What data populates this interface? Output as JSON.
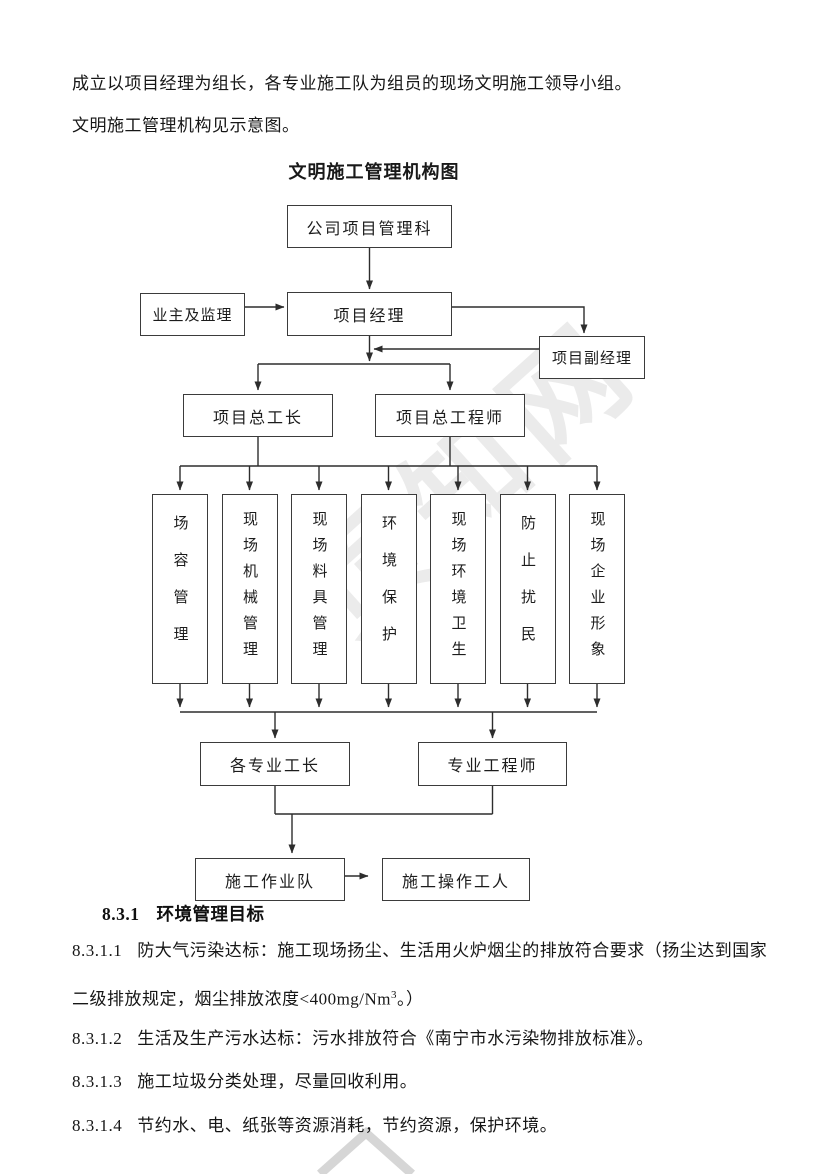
{
  "intro": {
    "line1": "成立以项目经理为组长，各专业施工队为组员的现场文明施工领导小组。",
    "line2": "文明施工管理机构见示意图。"
  },
  "chart": {
    "title": "文明施工管理机构图",
    "nodes": {
      "company": "公司项目管理科",
      "owner_supervisor": "业主及监理",
      "project_manager": "项目经理",
      "deputy_manager": "项目副经理",
      "chief_foreman": "项目总工长",
      "chief_engineer": "项目总工程师",
      "specialty_foremen": "各专业工长",
      "specialty_engineer": "专业工程师",
      "construction_team": "施工作业队",
      "construction_workers": "施工操作工人"
    },
    "departments": [
      {
        "label": "场容管理"
      },
      {
        "label": "现场机械管理"
      },
      {
        "label": "现场料具管理"
      },
      {
        "label": "环境保护"
      },
      {
        "label": "现场环境卫生"
      },
      {
        "label": "防止扰民"
      },
      {
        "label": "现场企业形象"
      }
    ]
  },
  "section": {
    "heading_number": "8.3.1",
    "heading_title": "环境管理目标",
    "items": [
      {
        "number": "8.3.1.1",
        "line1": "防大气污染达标：施工现场扬尘、生活用火炉烟尘的排放符合要求（扬尘达到国家",
        "line2_pre": "二级排放规定，烟尘排放浓度<400mg/Nm",
        "line2_sup": "3",
        "line2_post": "。）"
      },
      {
        "number": "8.3.1.2",
        "text": "生活及生产污水达标：污水排放符合《南宁市水污染物排放标准》。"
      },
      {
        "number": "8.3.1.3",
        "text": "施工垃圾分类处理，尽量回收利用。"
      },
      {
        "number": "8.3.1.4",
        "text": "节约水、电、纸张等资源消耗，节约资源，保护环境。"
      }
    ]
  },
  "watermark": {
    "text": "页知网"
  }
}
